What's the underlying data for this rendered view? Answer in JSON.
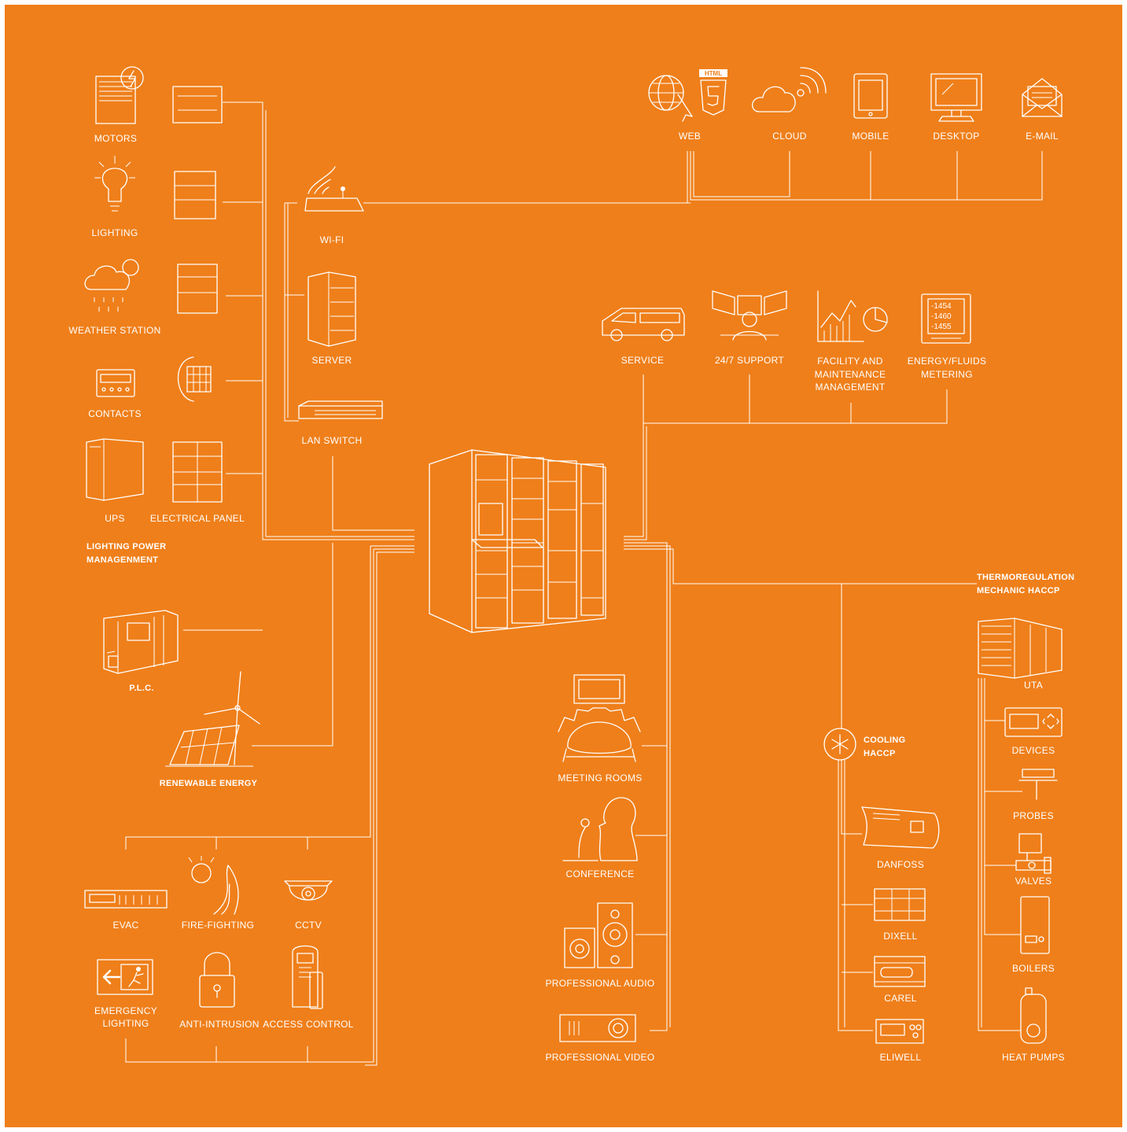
{
  "colors": {
    "background": "#EF7F1A",
    "lines": "#FFFFFF",
    "frame": "#FFFFFF"
  },
  "left": {
    "motors": "MOTORS",
    "lighting": "LIGHTING",
    "weather_station": "WEATHER STATION",
    "contacts": "CONTACTS",
    "ups": "UPS",
    "electrical_panel": "ELECTRICAL PANEL",
    "section_title_1": "LIGHTING POWER",
    "section_title_2": "MANAGENMENT",
    "plc": "P.L.C.",
    "renewable_energy": "RENEWABLE ENERGY"
  },
  "network": {
    "wifi": "WI-FI",
    "server": "SERVER",
    "lan_switch": "LAN SWITCH"
  },
  "interfaces": {
    "web": "WEB",
    "cloud": "CLOUD",
    "mobile": "MOBILE",
    "desktop": "DESKTOP",
    "email": "E-MAIL",
    "html_badge": "HTML"
  },
  "services": {
    "service": "SERVICE",
    "support": "24/7 SUPPORT",
    "facility_1": "FACILITY AND",
    "facility_2": "MAINTENANCE",
    "facility_3": "MANAGEMENT",
    "energy_1": "ENERGY/FLUIDS",
    "energy_2": "METERING",
    "meter_line_1": "-1454",
    "meter_line_2": "-1460",
    "meter_line_3": "-1455"
  },
  "safety": {
    "evac": "EVAC",
    "fire_fighting": "FIRE-FIGHTING",
    "cctv": "CCTV",
    "emergency_1": "EMERGENCY",
    "emergency_2": "LIGHTING",
    "anti_intrusion": "ANTI-INTRUSION",
    "access_control": "ACCESS CONTROL"
  },
  "av": {
    "meeting_rooms": "MEETING ROOMS",
    "conference": "CONFERENCE",
    "professional_audio": "PROFESSIONAL AUDIO",
    "professional_video": "PROFESSIONAL VIDEO"
  },
  "cooling": {
    "title_1": "COOLING",
    "title_2": "HACCP",
    "danfoss": "DANFOSS",
    "dixell": "DIXELL",
    "carel": "CAREL",
    "eliwell": "ELIWELL"
  },
  "thermo": {
    "title_1": "THERMOREGULATION",
    "title_2": "MECHANIC HACCP",
    "uta": "UTA",
    "devices": "DEVICES",
    "probes": "PROBES",
    "valves": "VALVES",
    "boilers": "BOILERS",
    "heat_pumps": "HEAT PUMPS"
  }
}
